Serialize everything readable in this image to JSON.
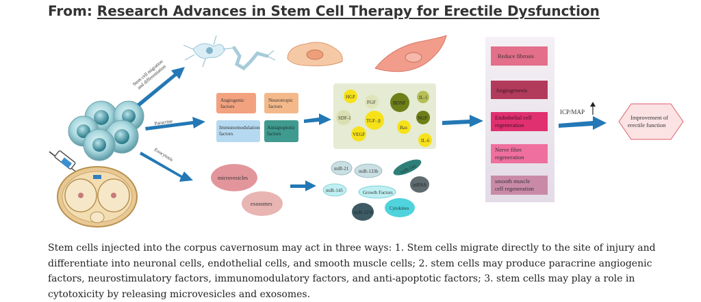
{
  "header": {
    "from_label": "From:",
    "article_title": "Research Advances in Stem Cell Therapy for Erectile Dysfunction"
  },
  "figure": {
    "arrow_labels": {
      "migration_line1": "Stem cell migration",
      "migration_line2": "and differentiation",
      "paracrine": "Paracrine",
      "exocytosis": "Exocytosis"
    },
    "factor_boxes": {
      "angiogenic_line1": "Angiogenic",
      "angiogenic_line2": "factors",
      "neurotropic_line1": "Neurotropic",
      "neurotropic_line2": "factors",
      "immunomodulation_line1": "Immunomodulation",
      "immunomodulation_line2": "factors",
      "antiapoptotic_line1": "Antiapoptotic",
      "antiapoptotic_line2": "factors"
    },
    "vesicles": {
      "microvesicles": "microvesicles",
      "exosomes": "exosomes"
    },
    "factor_bubbles": {
      "hgf": "HGF",
      "fgf": "FGF",
      "bdnf": "BDNF",
      "il1": "IL-1",
      "sdf1": "SDF-1",
      "tgfb": "TGF- β",
      "ngf": "NGF",
      "bax": "Bax",
      "vegf": "VEGF",
      "il6": "IL-6"
    },
    "exosome_contents": {
      "mir21": "miR-21",
      "mir133b": "miR-133b",
      "mir145": "miR-145",
      "mir141": "miR-141",
      "mrna": "mRNA",
      "growth_factors": "Growth Factors",
      "mir125b": "miR-125b",
      "cytokines": "Cytokines"
    },
    "outcome_boxes": {
      "fibrosis": "Reduce fibrosis",
      "angiogenesis": "Angiogenesis",
      "endothelial_line1": "Endothelial cell",
      "endothelial_line2": "regeneration",
      "nerve_line1": "Nerve fiber",
      "nerve_line2": "regeneration",
      "smooth_line1": "smooth muscle",
      "smooth_line2": "cell regeneration"
    },
    "icp_label": "ICP/MAP",
    "final_line1": "Improvement of",
    "final_line2": "erectile function",
    "colors": {
      "arrow_blue": "#2378b5",
      "outcome_panel": "#ece7ee",
      "fibrosis": "#e36f8a",
      "angiogenesis": "#b23a5a",
      "endothelial": "#e0306f",
      "nerve": "#ef6f9e",
      "smooth_muscle": "#c98aa8",
      "factor_panel": "#e5ecd3",
      "final_hexagon": "#fbe3e3",
      "hexagon_border": "#e07a86"
    }
  },
  "caption": "Stem cells injected into the corpus cavernosum may act in three ways: 1. Stem cells migrate directly to the site of injury and differentiate into neuronal cells, endothelial cells, and smooth muscle cells; 2. stem cells may produce paracrine angiogenic factors, neurostimulatory factors, immunomodulatory factors, and anti-apoptotic factors; 3. stem cells may play a role in cytotoxicity by releasing microvesicles and exosomes."
}
